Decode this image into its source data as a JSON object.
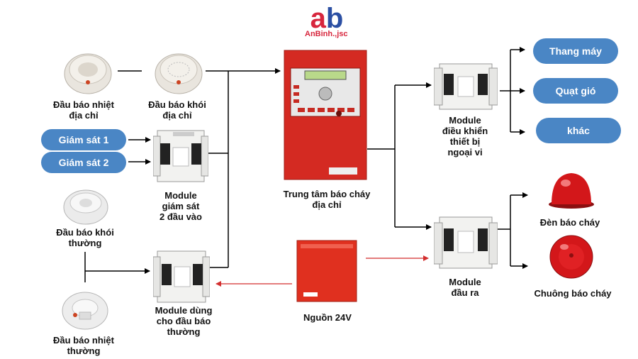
{
  "logo": {
    "brand": "ab",
    "name": "AnBinh.,jsc"
  },
  "nodes": {
    "heat_addr": "Đầu báo nhiệt\nđịa chỉ",
    "smoke_addr": "Đầu báo khói\nđịa chỉ",
    "monitor1": "Giám sát 1",
    "monitor2": "Giám sát 2",
    "monitor_module": "Module\ngiám sát\n2 đầu vào",
    "smoke_conv": "Đầu báo khói\nthường",
    "conv_module": "Module dùng\ncho đầu báo\nthường",
    "heat_conv": "Đầu báo nhiệt\nthường",
    "panel": "Trung tâm báo cháy\nđịa chỉ",
    "power": "Nguồn 24V",
    "control_module": "Module\nđiều khiển\nthiết bị\nngoại vi",
    "output_module": "Module\nđầu ra",
    "elevator": "Thang máy",
    "fan": "Quạt gió",
    "other": "khác",
    "strobe": "Đèn báo cháy",
    "bell": "Chuông báo cháy"
  },
  "colors": {
    "panel_red": "#d42a22",
    "pill_blue": "#4a86c5",
    "power_line": "#d32f2f",
    "logo_red": "#d7263d",
    "logo_blue": "#2b4fa3"
  }
}
